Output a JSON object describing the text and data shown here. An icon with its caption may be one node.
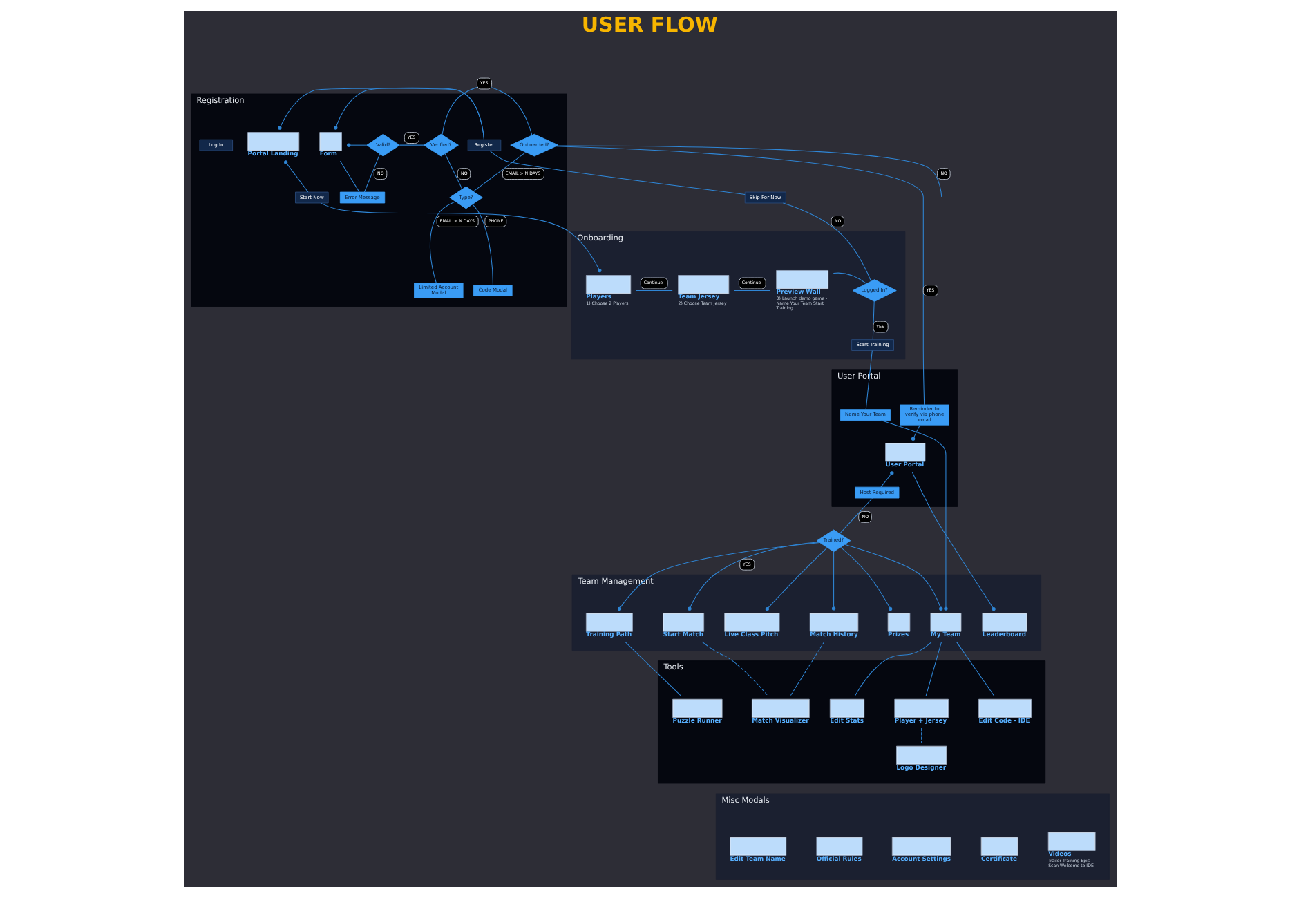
{
  "diagram": {
    "title": "USER FLOW",
    "nodes": [
      {
        "text": [
          "Registration"
        ]
      },
      {
        "text": [
          "Portal Landing"
        ],
        "in": 0
      },
      {
        "text": [
          "Log In"
        ],
        "in": 0
      },
      {
        "text": [
          "Register"
        ],
        "in": 0
      },
      {
        "text": [
          "Start Now"
        ],
        "in": 0
      },
      {
        "text": [
          "Form"
        ],
        "in": 0
      },
      {
        "text": [
          "Valid?"
        ],
        "in": 0
      },
      {
        "text": [
          "Error Message"
        ],
        "in": 0
      },
      {
        "text": [
          "Verified?"
        ],
        "in": 0
      },
      {
        "text": [
          "Type?"
        ],
        "in": 0
      },
      {
        "text": [
          "Code Modal"
        ],
        "in": 0
      },
      {
        "text": [
          "Limited Account Modal"
        ],
        "in": 0
      },
      {
        "text": [
          "Onboarded?"
        ],
        "in": 0
      },
      {
        "text": [
          "Onboarding"
        ]
      },
      {
        "text": [
          "Skip For Now"
        ]
      },
      {
        "text": [
          "Players",
          "1) Choose 2 Players"
        ],
        "in": 13
      },
      {
        "text": [
          "Team Jersey",
          "2) Choose Team Jersey"
        ],
        "in": 13
      },
      {
        "text": [
          "Preview Wall",
          "3) Launch demo game - Name Your Team Start Training"
        ],
        "in": 13
      },
      {
        "text": [
          "Logged In?"
        ],
        "in": 13
      },
      {
        "text": [
          "Start Training"
        ],
        "in": 13
      },
      {
        "text": [
          "User Portal"
        ]
      },
      {
        "text": [
          "Name Your Team"
        ],
        "in": 20
      },
      {
        "text": [
          "User Portal"
        ],
        "in": 20
      },
      {
        "text": [
          "Host Required"
        ],
        "in": 20
      },
      {
        "text": [
          "Reminder to verify via phone email"
        ],
        "in": 20
      },
      {
        "text": [
          "Trained?"
        ]
      },
      {
        "text": [
          "Team Management"
        ]
      },
      {
        "text": [
          "My Team"
        ],
        "in": 26
      },
      {
        "text": [
          "Training Path"
        ],
        "in": 26
      },
      {
        "text": [
          "Start Match"
        ],
        "in": 26
      },
      {
        "text": [
          "Leaderboard"
        ],
        "in": 26
      },
      {
        "text": [
          "Live Class Pitch"
        ],
        "in": 26
      },
      {
        "text": [
          "Match History"
        ],
        "in": 26
      },
      {
        "text": [
          "Prizes"
        ],
        "in": 26
      },
      {
        "text": [
          "Tools"
        ]
      },
      {
        "text": [
          "Edit Stats"
        ],
        "in": 34
      },
      {
        "text": [
          "Player + Jersey"
        ],
        "in": 34
      },
      {
        "text": [
          "Edit Code - IDE"
        ],
        "in": 34
      },
      {
        "text": [
          "Puzzle Runner"
        ],
        "in": 34
      },
      {
        "text": [
          "Match Visualizer"
        ],
        "in": 34
      },
      {
        "text": [
          "Logo Designer"
        ],
        "in": 34
      },
      {
        "text": [
          "Misc Modals"
        ]
      },
      {
        "text": [
          "Edit Team Name"
        ],
        "in": 41
      },
      {
        "text": [
          "Official Rules"
        ],
        "in": 41
      },
      {
        "text": [
          "Account Settings"
        ],
        "in": 41
      },
      {
        "text": [
          "Certificate"
        ],
        "in": 41
      },
      {
        "text": [
          "Videos",
          "Trailer Training Epic Scan Welcome to IDE"
        ],
        "in": 41
      }
    ],
    "edges": [
      {
        "from": 1,
        "to": 3,
        "arrow": "other"
      },
      {
        "from": 1,
        "to": 4,
        "arrow": "other"
      },
      {
        "from": 3,
        "to": 5,
        "arrow": "other"
      },
      {
        "from": 5,
        "to": 6,
        "arrow": "other"
      },
      {
        "from": 6,
        "to": 8,
        "arrow": "none",
        "label": "YES"
      },
      {
        "from": 6,
        "to": 7,
        "arrow": "none",
        "label": "NO"
      },
      {
        "from": 7,
        "to": 5,
        "arrow": "none"
      },
      {
        "from": 8,
        "to": 9,
        "arrow": "none",
        "label": "NO"
      },
      {
        "from": 9,
        "to": 10,
        "arrow": "none",
        "label": "PHONE"
      },
      {
        "from": 9,
        "to": 11,
        "arrow": "none",
        "label": "EMAIL < N DAYS"
      },
      {
        "from": 9,
        "to": 12,
        "arrow": "none",
        "label": "EMAIL > N DAYS"
      },
      {
        "from": 8,
        "to": 12,
        "arrow": "none",
        "label": "YES"
      },
      {
        "from": 12,
        "to": null,
        "arrow": "none",
        "label": "NO"
      },
      {
        "from": 12,
        "to": 24,
        "arrow": "none",
        "label": "YES"
      },
      {
        "from": 3,
        "to": 14,
        "arrow": "none"
      },
      {
        "from": 14,
        "to": 18,
        "arrow": "none",
        "label": "NO"
      },
      {
        "from": 4,
        "to": 15,
        "arrow": "other"
      },
      {
        "from": 15,
        "to": 16,
        "arrow": "none",
        "label": "Continue"
      },
      {
        "from": 16,
        "to": 17,
        "arrow": "none",
        "label": "Continue"
      },
      {
        "from": 17,
        "to": 18,
        "arrow": "none"
      },
      {
        "from": 18,
        "to": 19,
        "arrow": "none",
        "label": "YES"
      },
      {
        "from": 19,
        "to": 21,
        "arrow": "none"
      },
      {
        "from": 21,
        "to": 27,
        "arrow": "other"
      },
      {
        "from": 24,
        "to": 22,
        "arrow": "other"
      },
      {
        "from": 22,
        "to": 23,
        "arrow": "other"
      },
      {
        "from": 23,
        "to": 25,
        "arrow": "none",
        "label": "NO"
      },
      {
        "from": 22,
        "to": 30,
        "arrow": "other"
      },
      {
        "from": 25,
        "to": 27,
        "arrow": "other"
      },
      {
        "from": 25,
        "to": 28,
        "arrow": "other"
      },
      {
        "from": 25,
        "to": 29,
        "arrow": "other",
        "label": "YES"
      },
      {
        "from": 25,
        "to": 31,
        "arrow": "other"
      },
      {
        "from": 25,
        "to": 32,
        "arrow": "other"
      },
      {
        "from": 25,
        "to": 33,
        "arrow": "other"
      },
      {
        "from": 27,
        "to": 35,
        "arrow": "none"
      },
      {
        "from": 27,
        "to": 36,
        "arrow": "none"
      },
      {
        "from": 27,
        "to": 37,
        "arrow": "none"
      },
      {
        "from": 28,
        "to": 38,
        "arrow": "none"
      },
      {
        "from": 29,
        "to": 39,
        "arrow": "none",
        "style": "dashed"
      },
      {
        "from": 32,
        "to": 39,
        "arrow": "none",
        "style": "dashed"
      },
      {
        "from": 36,
        "to": 40,
        "arrow": "none",
        "style": "dashed"
      }
    ]
  }
}
